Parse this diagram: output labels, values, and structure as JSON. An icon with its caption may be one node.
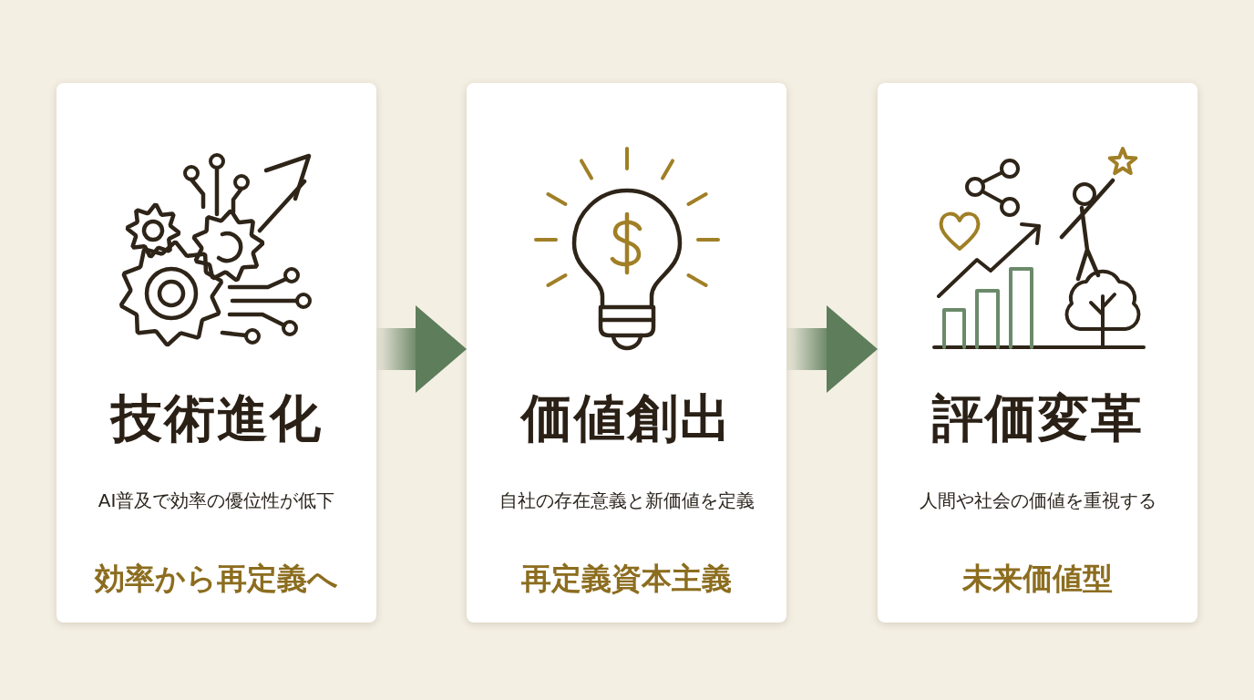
{
  "diagram": {
    "nodes": [
      {
        "text": [
          "技術進化",
          "AI普及で効率の優位性が低下",
          "効率から再定義へ"
        ]
      },
      {
        "text": [
          "価値創出",
          "自社の存在意義と新価値を定義",
          "再定義資本主義"
        ]
      },
      {
        "text": [
          "評価変革",
          "人間や社会の価値を重視する",
          "未来価値型"
        ]
      }
    ],
    "edges": [
      {
        "from": 0,
        "to": 1,
        "arrow": "to"
      },
      {
        "from": 1,
        "to": 2,
        "arrow": "to"
      }
    ]
  }
}
